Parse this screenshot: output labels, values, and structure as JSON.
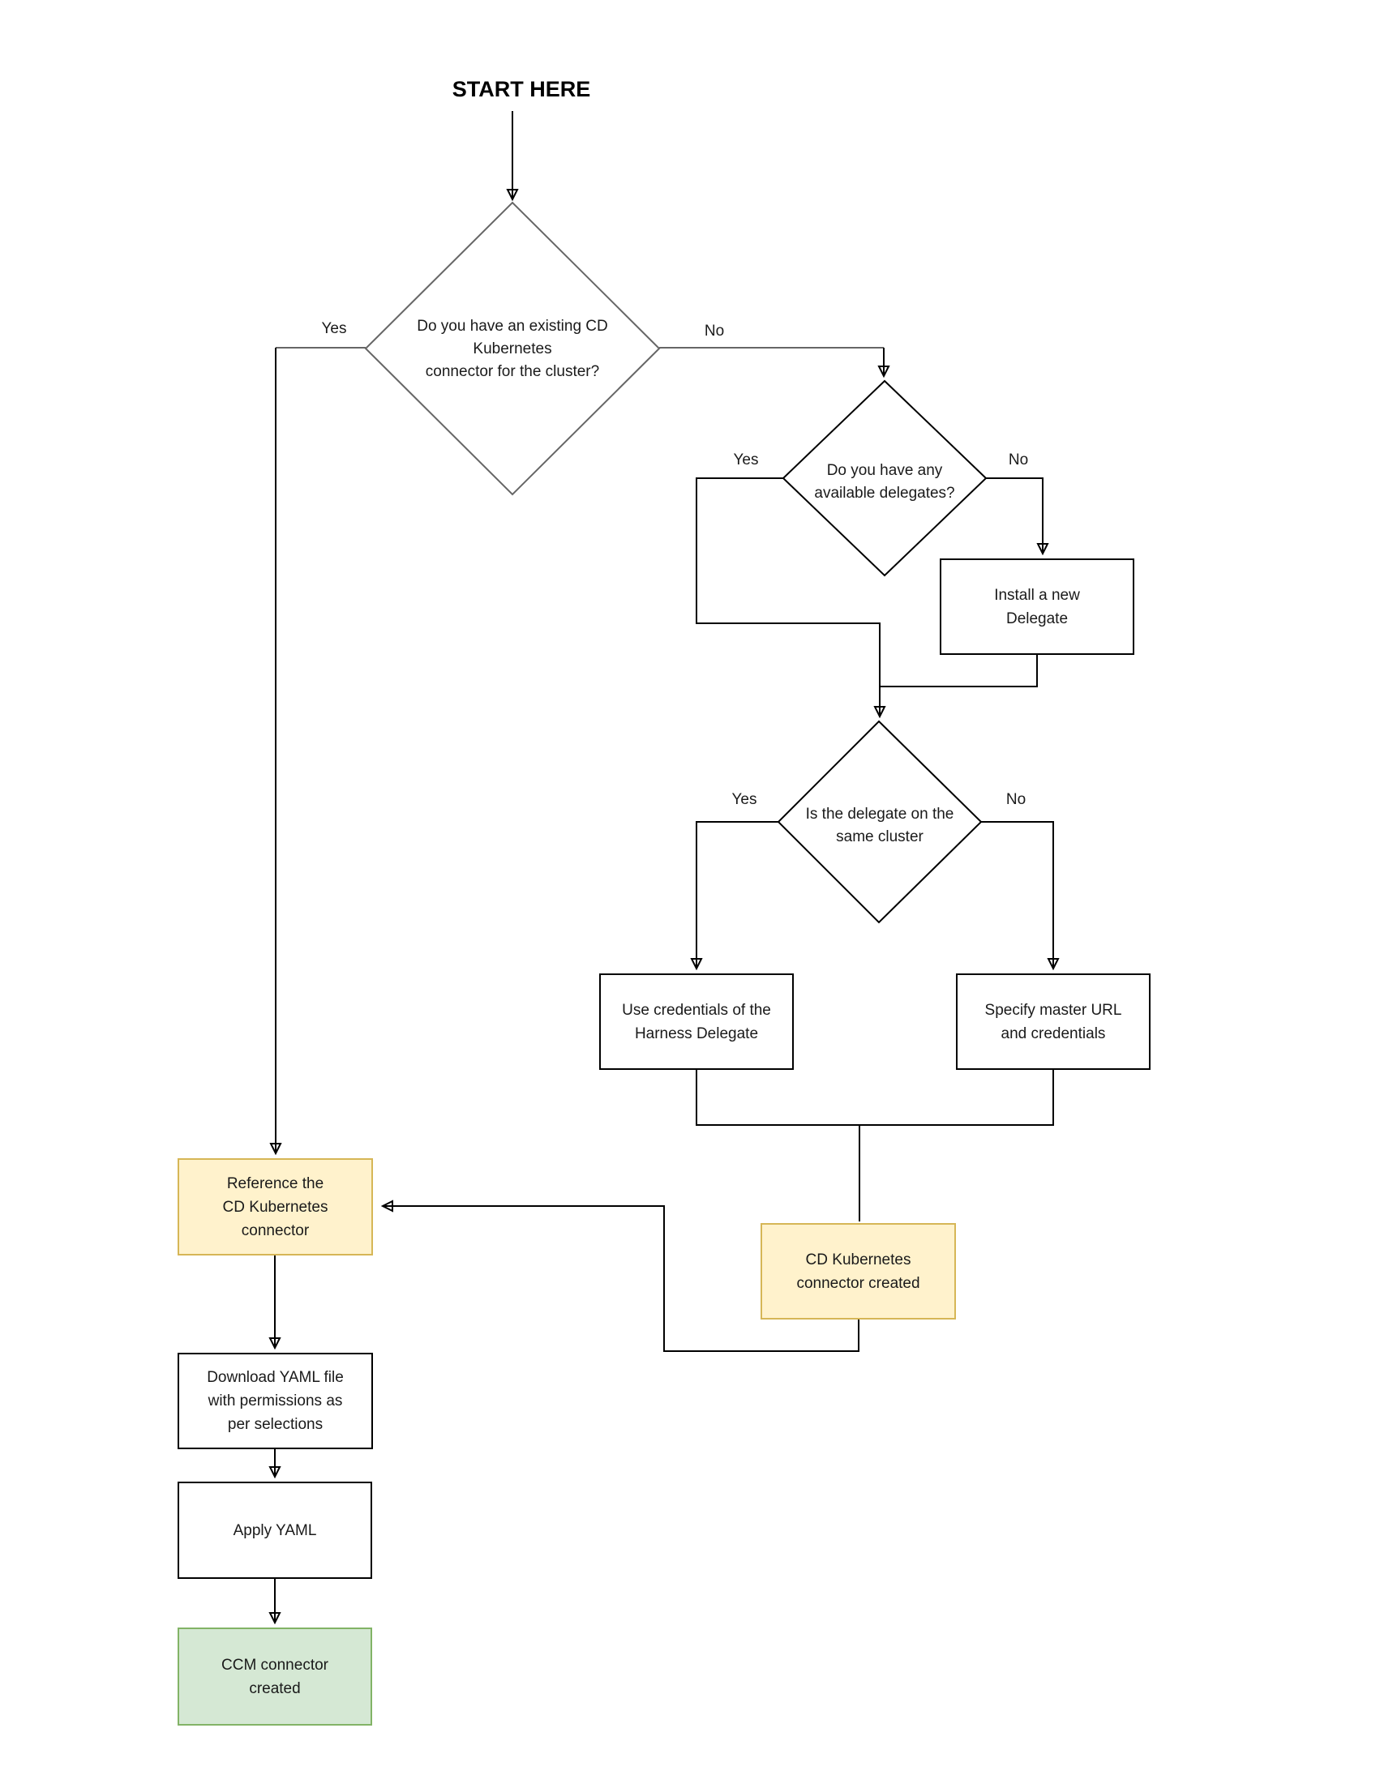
{
  "flow": {
    "start_label": "START HERE",
    "decisions": {
      "existing": {
        "text": "Do you have an existing CD\nKubernetes\nconnector for the cluster?",
        "yes": "Yes",
        "no": "No"
      },
      "delegates": {
        "text": "Do you have any\navailable delegates?",
        "yes": "Yes",
        "no": "No"
      },
      "same_cluster": {
        "text": "Is the delegate on the\nsame cluster",
        "yes": "Yes",
        "no": "No"
      }
    },
    "steps": {
      "install_delegate": {
        "text": "Install a new\nDelegate"
      },
      "use_credentials": {
        "text": "Use credentials of the\nHarness Delegate"
      },
      "specify_master": {
        "text": "Specify master URL\nand credentials"
      },
      "reference_connector": {
        "text": "Reference the\nCD Kubernetes\nconnector"
      },
      "cd_connector_created": {
        "text": "CD Kubernetes\nconnector created"
      },
      "download_yaml": {
        "text": "Download YAML file\nwith permissions as\nper selections"
      },
      "apply_yaml": {
        "text": "Apply YAML"
      },
      "ccm_connector_created": {
        "text": "CCM connector\ncreated"
      }
    },
    "colors": {
      "outcome_yellow_fill": "#FFF2CC",
      "outcome_yellow_border": "#D6B656",
      "outcome_green_fill": "#D5E8D4",
      "outcome_green_border": "#82B366",
      "line_black": "#000000",
      "diamond_gray": "#666666"
    }
  }
}
